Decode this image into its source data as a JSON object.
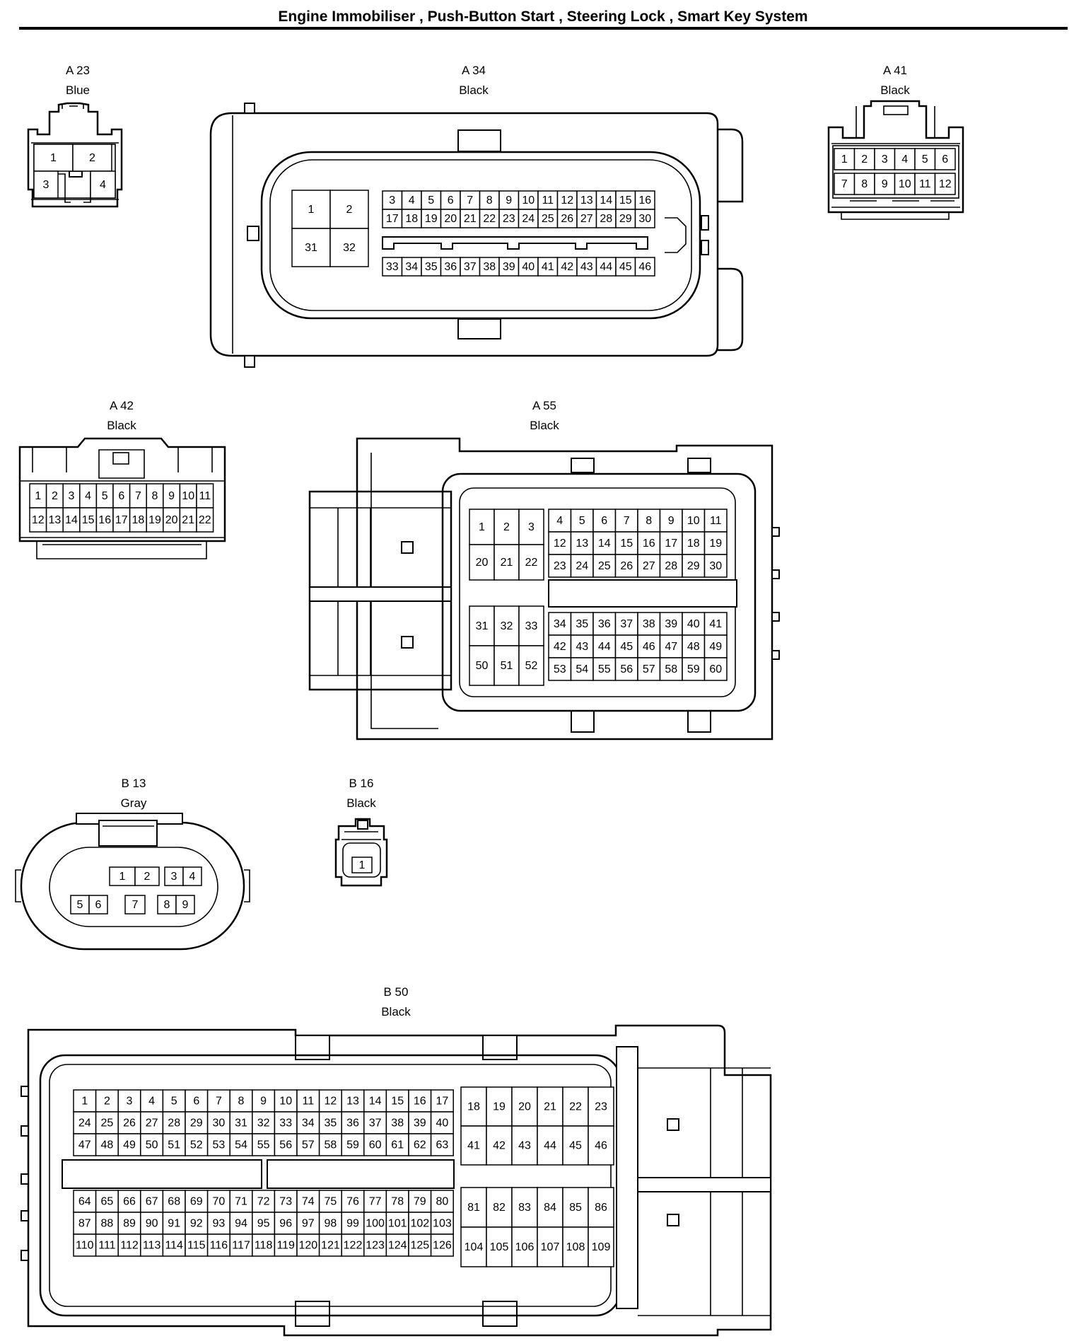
{
  "title": "Engine Immobiliser , Push-Button Start , Steering Lock , Smart Key System",
  "connectors": {
    "A23": {
      "code": "A 23",
      "color": "Blue"
    },
    "A34": {
      "code": "A 34",
      "color": "Black"
    },
    "A41": {
      "code": "A 41",
      "color": "Black"
    },
    "A42": {
      "code": "A 42",
      "color": "Black"
    },
    "A55": {
      "code": "A 55",
      "color": "Black"
    },
    "B13": {
      "code": "B 13",
      "color": "Gray"
    },
    "B16": {
      "code": "B 16",
      "color": "Black"
    },
    "B50": {
      "code": "B 50",
      "color": "Black"
    }
  }
}
